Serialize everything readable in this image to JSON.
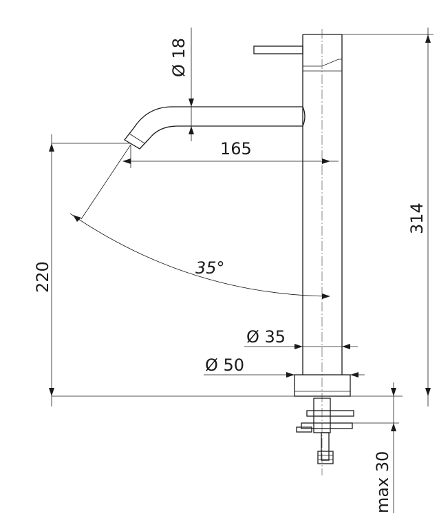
{
  "dimensions": {
    "spout_diameter": "Ø 18",
    "spout_reach": "165",
    "spout_angle": "35°",
    "height_to_spout": "220",
    "total_height": "314",
    "body_diameter": "Ø 35",
    "base_diameter": "Ø 50",
    "max_deck_thickness": "max 30"
  },
  "colors": {
    "line": "#1a1a1a",
    "background": "#ffffff"
  }
}
